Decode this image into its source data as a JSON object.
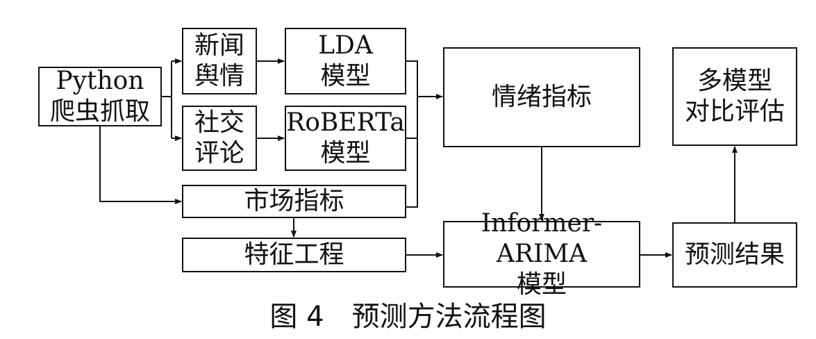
{
  "nodes": {
    "python_crawler": "Python\n爬虫抓取",
    "news_sentiment": "新闻\n舆情",
    "social_comments": "社交\n评论",
    "lda_model": "LDA\n模型",
    "roberta_model": "RoBERTa\n模型",
    "market_indicators": "市场指标",
    "feature_engineering": "特征工程",
    "sentiment_indicators": "情绪指标",
    "informer_arima_model": "Informer-ARIMA\n模型",
    "prediction_results": "预测结果",
    "multi_model_evaluation": "多模型\n对比评估"
  },
  "edges": [
    {
      "from": "python_crawler",
      "to": "news_sentiment"
    },
    {
      "from": "python_crawler",
      "to": "social_comments"
    },
    {
      "from": "python_crawler",
      "to": "market_indicators"
    },
    {
      "from": "news_sentiment",
      "to": "lda_model"
    },
    {
      "from": "social_comments",
      "to": "roberta_model"
    },
    {
      "from": "lda_model",
      "to": "sentiment_indicators"
    },
    {
      "from": "roberta_model",
      "to": "sentiment_indicators"
    },
    {
      "from": "market_indicators",
      "to": "sentiment_indicators"
    },
    {
      "from": "market_indicators",
      "to": "feature_engineering"
    },
    {
      "from": "feature_engineering",
      "to": "informer_arima_model"
    },
    {
      "from": "sentiment_indicators",
      "to": "informer_arima_model"
    },
    {
      "from": "informer_arima_model",
      "to": "prediction_results"
    },
    {
      "from": "prediction_results",
      "to": "multi_model_evaluation"
    }
  ],
  "caption": "图 4　预测方法流程图"
}
